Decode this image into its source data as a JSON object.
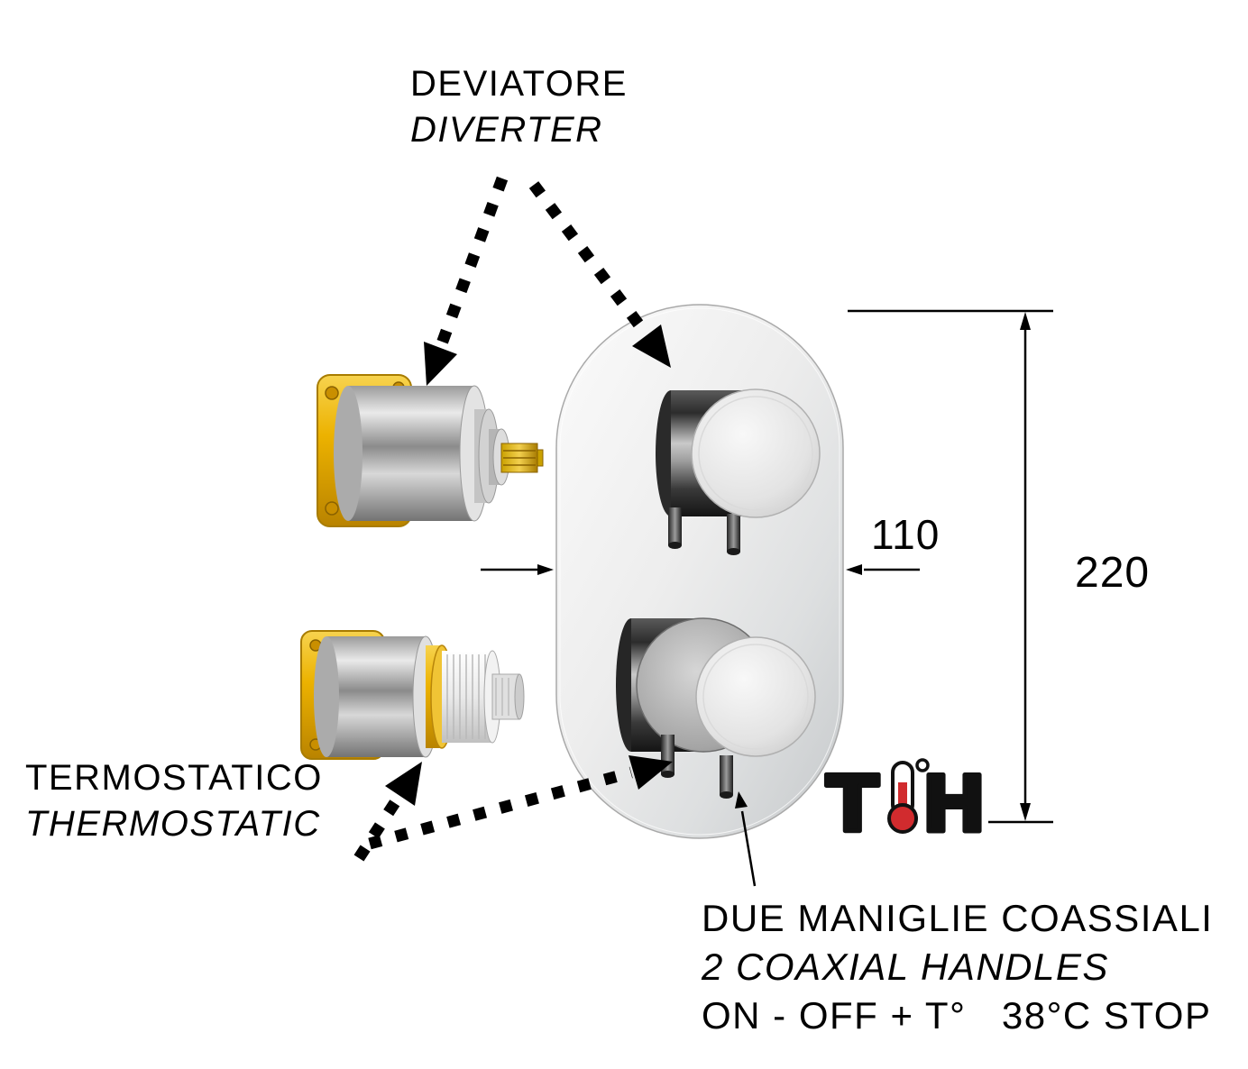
{
  "page": {
    "title": "Thermostatic shower mixer exploded diagram"
  },
  "callouts": {
    "diverter": {
      "line1": "DEVIATORE",
      "line2": "DIVERTER"
    },
    "thermostatic": {
      "line1": "TERMOSTATICO",
      "line2": "THERMOSTATIC"
    },
    "handles": {
      "line1": "DUE MANIGLIE COASSIALI",
      "line2": "2 COAXIAL HANDLES",
      "line3": "ON - OFF + T°   38°C STOP"
    }
  },
  "dimensions": {
    "width": "110",
    "height": "220"
  },
  "logo": {
    "left": "T",
    "right": "H"
  },
  "icons": {
    "thermometer": "thermometer-icon",
    "dashed_arrows": "dotted-pointer-arrows",
    "dimension_arrows": "dimension-arrows"
  },
  "colors": {
    "brass": "#ecb200",
    "brass_dark": "#bb8500",
    "chrome_light": "#ededed",
    "chrome_mid": "#b9b9b9",
    "chrome_dark": "#2c2c2c",
    "plastic_white": "#f4f4f4",
    "ink": "#000000",
    "thermometer_red": "#d12b2e"
  }
}
